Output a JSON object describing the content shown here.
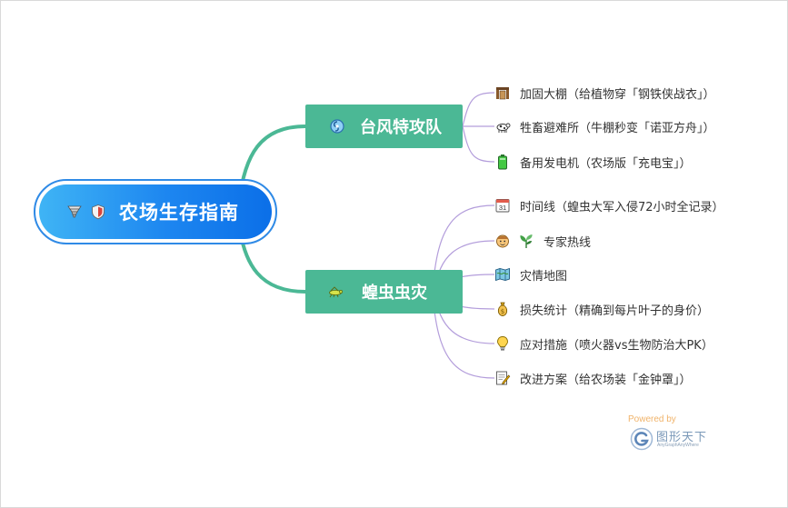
{
  "root": {
    "title": "农场生存指南",
    "icons": [
      "tornado-icon",
      "shield-icon"
    ]
  },
  "branches": [
    {
      "title": "台风特攻队",
      "icon": "typhoon-icon",
      "items": [
        {
          "icon": "shed-icon",
          "text": "加固大棚（给植物穿「钢铁侠战衣」）"
        },
        {
          "icon": "cow-icon",
          "text": "牲畜避难所（牛棚秒变「诺亚方舟」）"
        },
        {
          "icon": "battery-icon",
          "text": "备用发电机（农场版「充电宝」）"
        }
      ]
    },
    {
      "title": "蝗虫虫灾",
      "icon": "locust-icon",
      "items": [
        {
          "icon": "calendar-icon",
          "text": "时间线（蝗虫大军入侵72小时全记录）"
        },
        {
          "icon": "farmer-icon",
          "icon2": "plant-icon",
          "text": "专家热线"
        },
        {
          "icon": "map-icon",
          "text": "灾情地图"
        },
        {
          "icon": "money-bag-icon",
          "text": "损失统计（精确到每片叶子的身价）"
        },
        {
          "icon": "lightbulb-icon",
          "text": "应对措施（喷火器vs生物防治大PK）"
        },
        {
          "icon": "memo-icon",
          "text": "改进方案（给农场装「金钟罩」）"
        }
      ]
    }
  ],
  "calendar_day": "31",
  "watermark": {
    "powered": "Powered by",
    "brand": "图形天下",
    "tagline": "AnyGraphAnyWhere"
  },
  "colors": {
    "root_gradient_start": "#3fb4f5",
    "root_gradient_end": "#0b6fe8",
    "branch_fill": "#4bb895",
    "main_link": "#4bb895",
    "leaf_link": "#b39ddb"
  }
}
